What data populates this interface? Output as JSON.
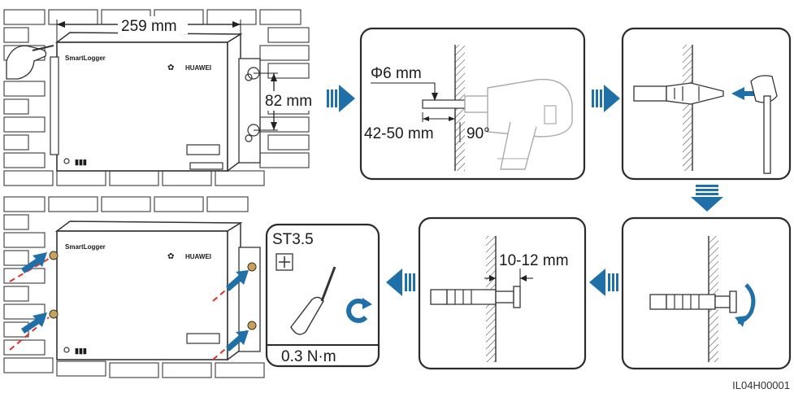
{
  "steps": {
    "step1": {
      "width_label": "259 mm",
      "height_label": "82 mm",
      "product_label": "SmartLogger",
      "brand_label": "HUAWEI"
    },
    "step2": {
      "drill_diameter": "Φ6 mm",
      "drill_depth": "42-50 mm",
      "angle": "90°"
    },
    "step5": {
      "protrusion": "10-12 mm"
    },
    "step6": {
      "screw_type": "ST3.5",
      "torque": "0.3 N·m"
    },
    "step7": {
      "product_label": "SmartLogger",
      "brand_label": "HUAWEI"
    }
  },
  "figure_id": "IL04H00001",
  "colors": {
    "arrow_blue": "#1f6fa8",
    "dash_red": "#d9352b",
    "outline": "#2b2b2b"
  },
  "icons": [
    "hand-icon",
    "drill-icon",
    "hammer-icon",
    "screwdriver-icon",
    "rotate-icon",
    "screw-head-icon"
  ]
}
